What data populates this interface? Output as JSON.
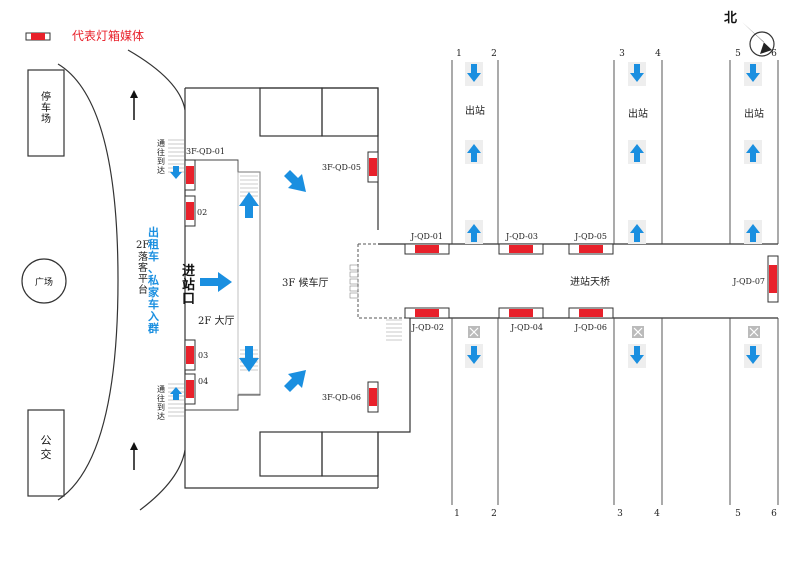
{
  "legend": {
    "label": "代表灯箱媒体",
    "color": "#e8212b"
  },
  "compass": {
    "label": "北"
  },
  "areas": {
    "parking": "停车场",
    "bus": "公交",
    "plaza": "广场",
    "dropoff": "2F 落客平台",
    "entrance": "进站口",
    "hall_2f": "2F 大厅",
    "waiting_hall": "3F 候车厅",
    "bridge": "进站天桥",
    "via_top": "通往到达",
    "via_bottom": "通往到达",
    "taxi_note": "出租车、私家车入群"
  },
  "exits": [
    "出站",
    "出站",
    "出站"
  ],
  "platform_numbers_top": [
    "1",
    "2",
    "3",
    "4",
    "5",
    "6"
  ],
  "platform_numbers_bottom": [
    "1",
    "2",
    "3",
    "4",
    "5",
    "6"
  ],
  "media": {
    "qd01": "3F-QD-01",
    "qd02": "02",
    "qd03": "03",
    "qd04": "04",
    "qd05": "3F-QD-05",
    "qd06": "3F-QD-06",
    "j01": "J-QD-01",
    "j02": "J-QD-02",
    "j03": "J-QD-03",
    "j04": "J-QD-04",
    "j05": "J-QD-05",
    "j06": "J-QD-06",
    "j07": "J-QD-07"
  },
  "colors": {
    "accent_blue": "#1a8fe0",
    "media_red": "#e8212b"
  }
}
